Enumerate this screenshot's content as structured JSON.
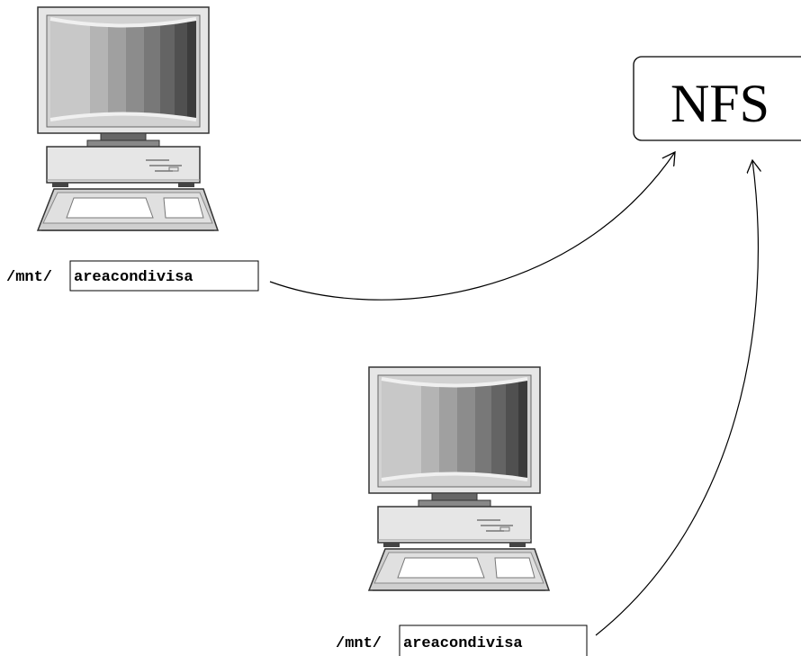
{
  "server": {
    "label": "NFS"
  },
  "clients": [
    {
      "mount_prefix": "/mnt/",
      "share_name": "areacondivisa"
    },
    {
      "mount_prefix": "/mnt/",
      "share_name": "areacondivisa"
    }
  ],
  "colors": {
    "line": "#000000",
    "monitor_body": "#e6e6e6",
    "monitor_outline": "#333333",
    "screen_bands": [
      "#c8c8c8",
      "#b4b4b4",
      "#a0a0a0",
      "#8c8c8c",
      "#787878",
      "#646464",
      "#505050"
    ],
    "stand": "#555555",
    "keyboard_keys": "#ffffff"
  }
}
